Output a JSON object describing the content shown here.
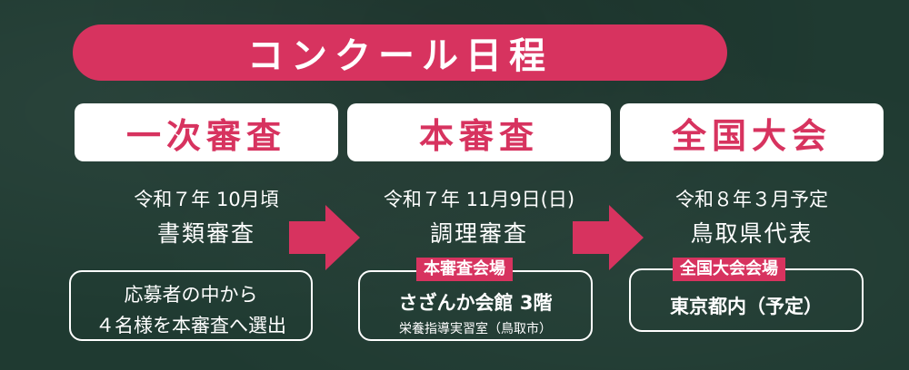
{
  "banner": {
    "title": "コンクール日程"
  },
  "stages": [
    {
      "label": "一次審査",
      "date": "令和７年 10月頃",
      "sub": "書類審査"
    },
    {
      "label": "本審査",
      "date": "令和７年 11月9日(日)",
      "sub": "調理審査"
    },
    {
      "label": "全国大会",
      "date": "令和８年３月予定",
      "sub": "鳥取県代表"
    }
  ],
  "notes": {
    "first": {
      "line1": "応募者の中から",
      "line2": "４名様を本審査へ選出"
    },
    "second": {
      "tag": "本審査会場",
      "venue": "さざんか会館 3階",
      "room": "栄養指導実習室（鳥取市）"
    },
    "third": {
      "tag": "全国大会会場",
      "venue": "東京都内（予定）"
    }
  },
  "colors": {
    "accent": "#d7335f",
    "background": "#1f3a31",
    "text": "#ffffff"
  },
  "icons": [
    "arrow-right-icon",
    "arrow-right-icon"
  ]
}
